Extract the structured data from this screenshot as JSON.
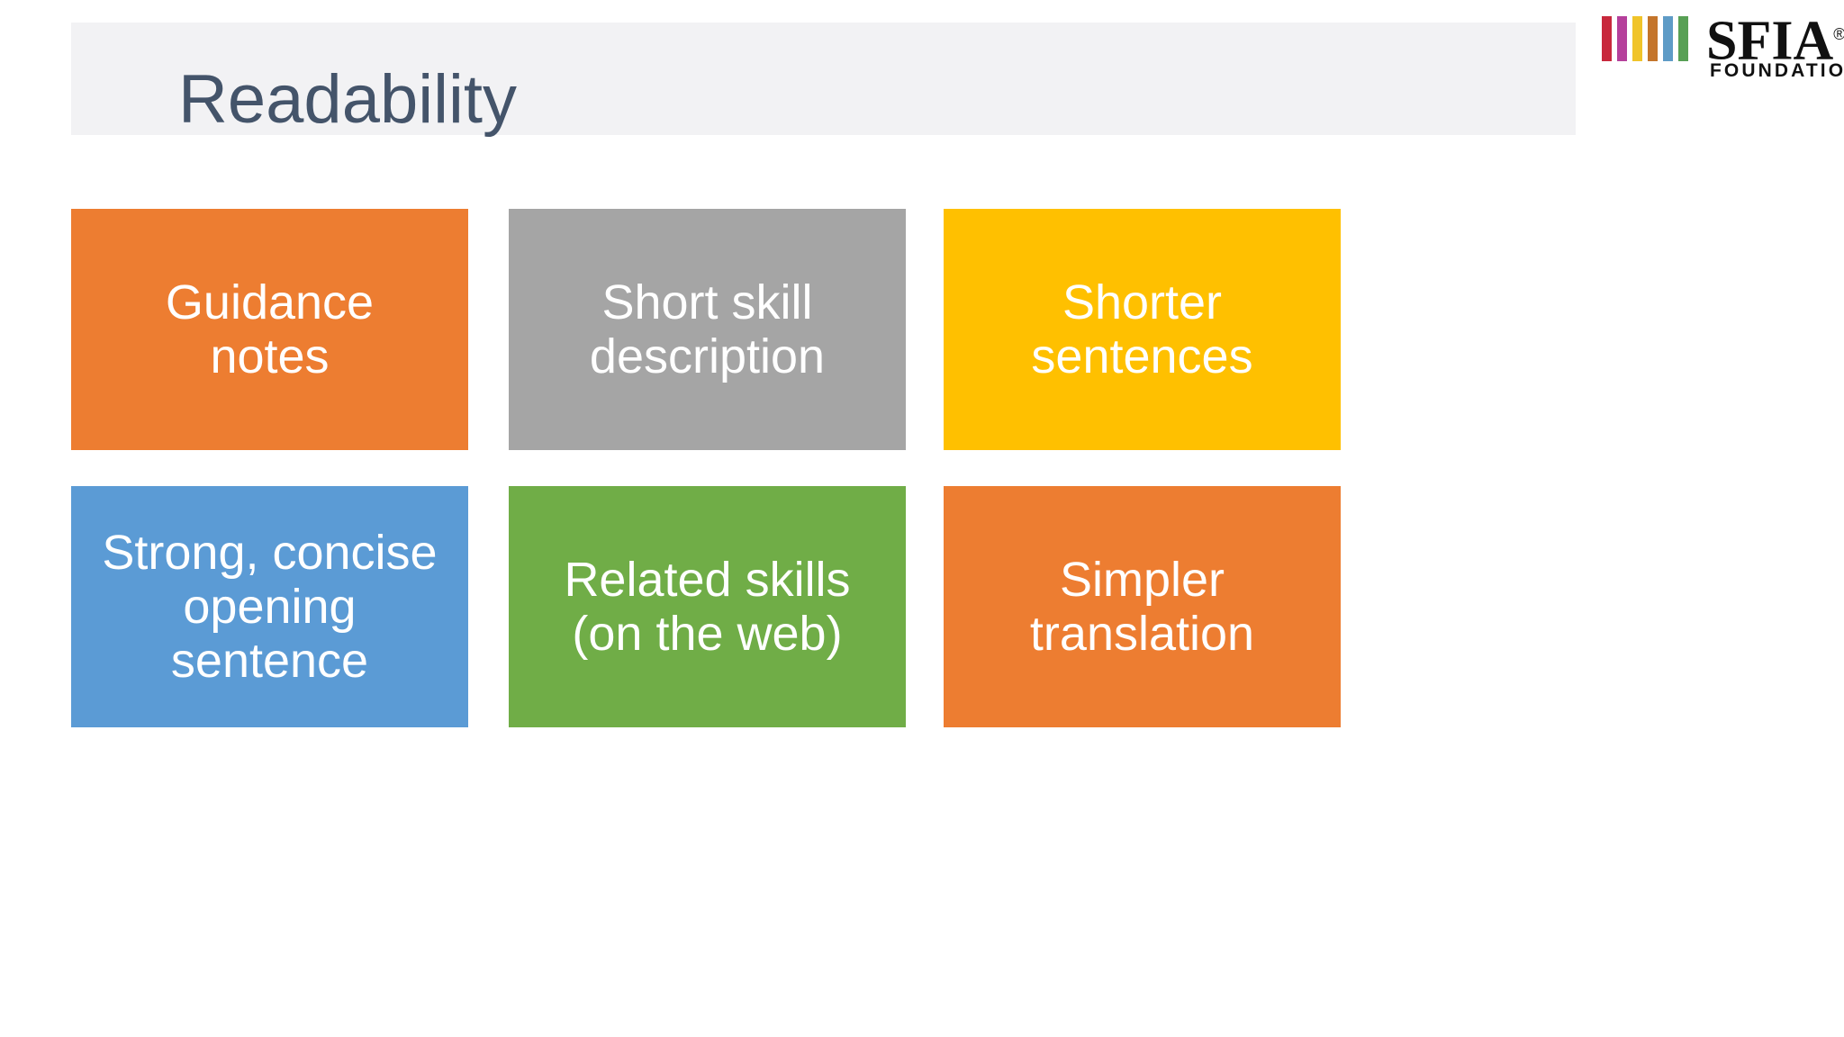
{
  "slide": {
    "title": "Readability",
    "background_color": "#FFFFFF",
    "title_band_color": "#F2F2F4",
    "title_text_color": "#44546A"
  },
  "logo": {
    "wordmark": "SFIA",
    "registered_mark": "®",
    "subtitle": "FOUNDATION",
    "bar_colors": [
      "#C8283C",
      "#B5409B",
      "#F0C42A",
      "#C4752B",
      "#5E9BC6",
      "#58A055"
    ]
  },
  "boxes": [
    {
      "label": "Guidance\nnotes",
      "color": "#ED7D31",
      "text_color": "#FFFFFF"
    },
    {
      "label": "Short skill\ndescription",
      "color": "#A5A5A5",
      "text_color": "#FFFFFF"
    },
    {
      "label": "Shorter\nsentences",
      "color": "#FFC000",
      "text_color": "#FFFFFF"
    },
    {
      "label": "Strong, concise\nopening\nsentence",
      "color": "#5B9BD5",
      "text_color": "#FFFFFF"
    },
    {
      "label": "Related skills\n(on the web)",
      "color": "#70AD47",
      "text_color": "#FFFFFF"
    },
    {
      "label": "Simpler\ntranslation",
      "color": "#ED7D31",
      "text_color": "#FFFFFF"
    }
  ]
}
